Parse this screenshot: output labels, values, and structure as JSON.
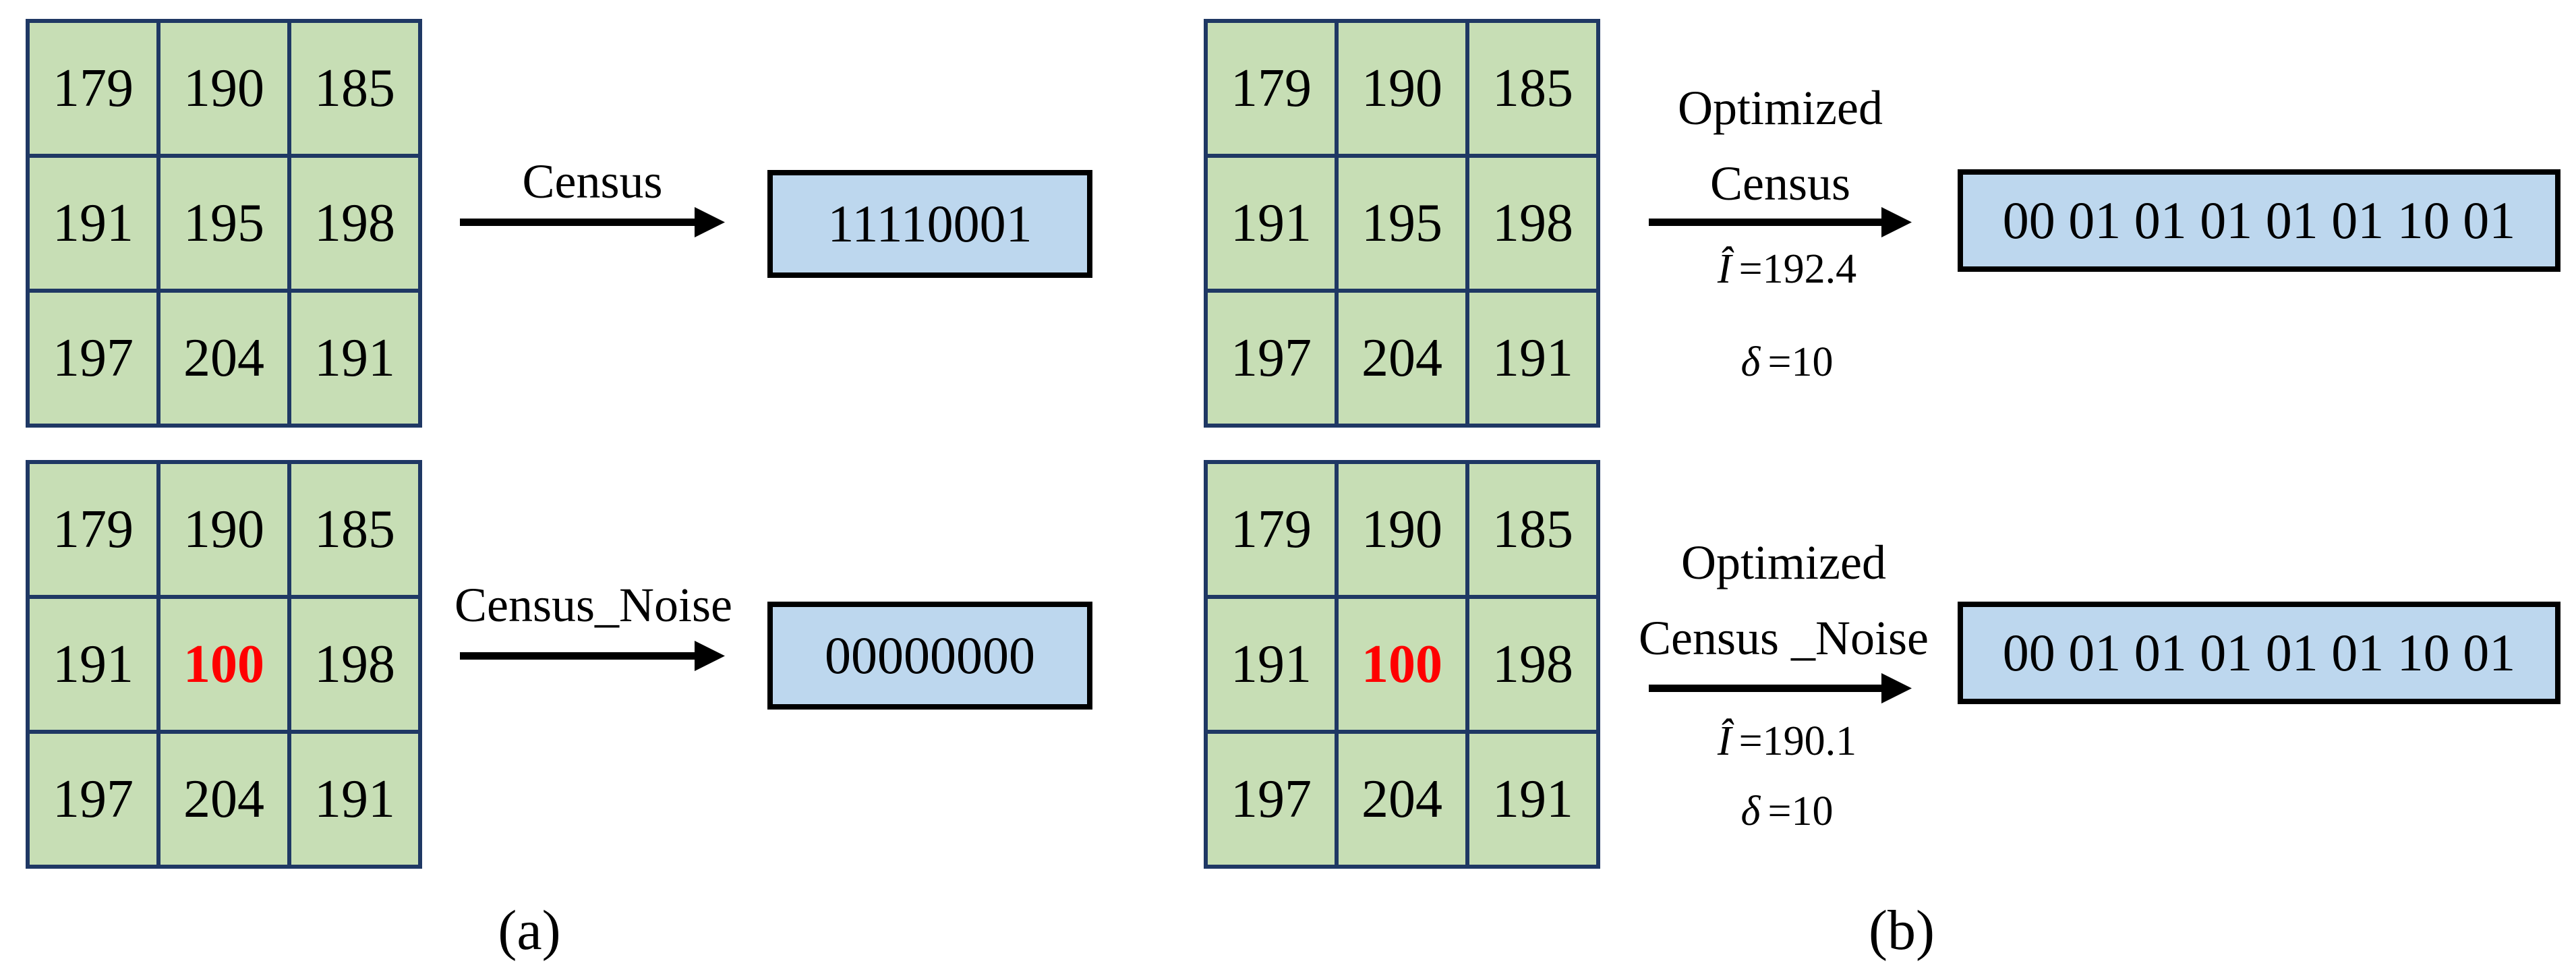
{
  "figure": {
    "colors": {
      "cell_fill": "#c7deb5",
      "grid_line": "#1f3864",
      "result_fill": "#bdd7ee",
      "result_border": "#000000",
      "noise_text": "#ff0000",
      "text": "#000000"
    },
    "panel_a": {
      "caption": "(a)",
      "row1": {
        "matrix": [
          [
            "179",
            "190",
            "185"
          ],
          [
            "191",
            "195",
            "198"
          ],
          [
            "197",
            "204",
            "191"
          ]
        ],
        "arrow_label": "Census",
        "result": "11110001"
      },
      "row2": {
        "matrix": [
          [
            "179",
            "190",
            "185"
          ],
          [
            "191",
            "100",
            "198"
          ],
          [
            "197",
            "204",
            "191"
          ]
        ],
        "arrow_label": "Census_Noise",
        "result": "00000000"
      }
    },
    "panel_b": {
      "caption": "(b)",
      "row1": {
        "matrix": [
          [
            "179",
            "190",
            "185"
          ],
          [
            "191",
            "195",
            "198"
          ],
          [
            "197",
            "204",
            "191"
          ]
        ],
        "label_line1": "Optimized",
        "label_line2": "Census",
        "mean_symbol": "Î",
        "mean_value": "=192.4",
        "delta_symbol": "δ",
        "delta_value": "=10",
        "result": "00 01 01 01 01 01 10 01"
      },
      "row2": {
        "matrix": [
          [
            "179",
            "190",
            "185"
          ],
          [
            "191",
            "100",
            "198"
          ],
          [
            "197",
            "204",
            "191"
          ]
        ],
        "label_line1": "Optimized",
        "label_line2": "Census _Noise",
        "mean_symbol": "Î",
        "mean_value": "=190.1",
        "delta_symbol": "δ",
        "delta_value": "=10",
        "result": "00 01 01 01 01 01 10 01"
      }
    }
  }
}
